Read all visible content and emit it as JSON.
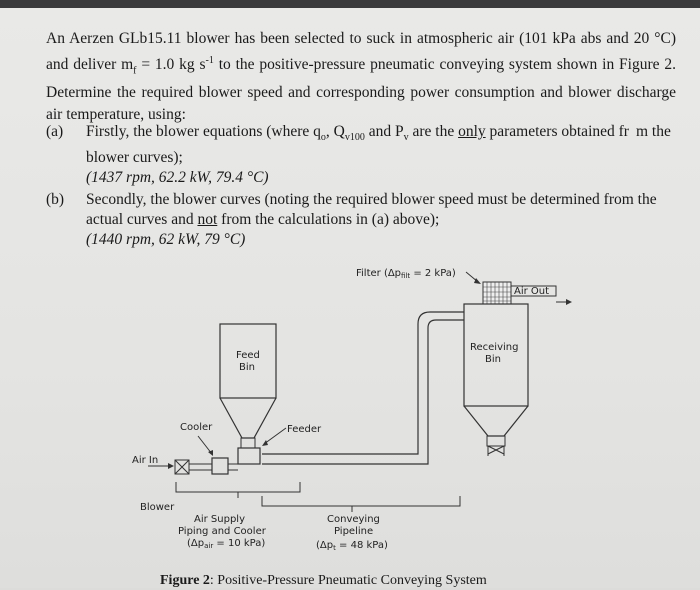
{
  "intro": {
    "p1": "An Aerzen GLb15.11 blower has been selected to suck in atmospheric air (101 kPa abs and 20 °C) and deliver m",
    "mf_sub": "f",
    "p2": " = 1.0 kg s",
    "p2_sup": "-1",
    "p3": " to the positive-pressure pneumatic conveying system shown in Figure 2. Determine the required blower speed and corresponding power consumption and blower discharge air temperature, using:"
  },
  "part_a": {
    "label": "(a)",
    "t1": "Firstly, the blower equations (where q",
    "q_sub": "o",
    "t2": ", Q",
    "Q_sub": "v100",
    "t3": " and P",
    "P_sub": "v",
    "t4": " are the ",
    "only": "only",
    "t5": " parameters obtained fr",
    "t6": "m the blower curves);",
    "answer": "(1437 rpm, 62.2 kW, 79.4 °C)"
  },
  "part_b": {
    "label": "(b)",
    "t1": "Secondly, the blower curves (noting the required blower speed must be determined from the actual curves and ",
    "not": "not",
    "t2": " from the calculations in (a) above);",
    "answer": "(1440 rpm, 62 kW, 79 °C)"
  },
  "figure": {
    "filter_pre": "Filter (Δp",
    "filter_sub": "filt",
    "filter_post": " = 2 kPa)",
    "air_out": "Air Out",
    "receiving": "Receiving",
    "bin": "Bin",
    "feed": "Feed",
    "feed_bin": "Bin",
    "cooler": "Cooler",
    "feeder": "Feeder",
    "air_in": "Air In",
    "blower": "Blower",
    "air_supply": "Air Supply",
    "piping_cooler": "Piping and Cooler",
    "dp_air_pre": "(Δp",
    "dp_air_sub": "air",
    "dp_air_post": " = 10 kPa)",
    "conveying": "Conveying",
    "pipeline": "Pipeline",
    "dp_t_pre": "(Δp",
    "dp_t_sub": "t",
    "dp_t_post": " = 48 kPa)",
    "caption_bold": "Figure 2",
    "caption_rest": ": Positive-Pressure Pneumatic Conveying System"
  }
}
